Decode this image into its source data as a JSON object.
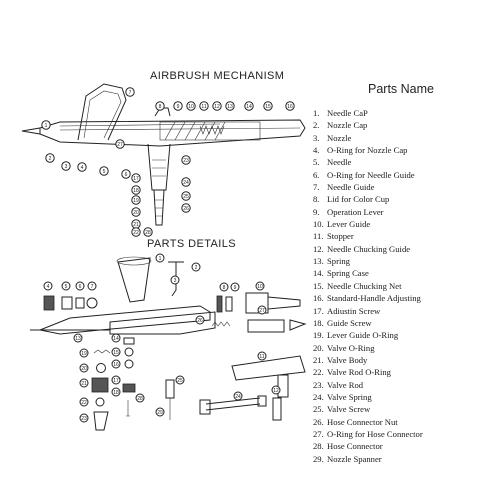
{
  "headings": {
    "mechanism": "AIRBRUSH MECHANISM",
    "details": "PARTS DETAILS",
    "parts_name": "Parts Name"
  },
  "parts": [
    {
      "num": "1.",
      "name": "Needle CaP"
    },
    {
      "num": "2.",
      "name": "Nozzle Cap"
    },
    {
      "num": "3.",
      "name": "Nozzle"
    },
    {
      "num": "4.",
      "name": "O-Ring for Nozzle Cap"
    },
    {
      "num": "5.",
      "name": "Needle"
    },
    {
      "num": "6.",
      "name": "O-Ring for Needle Guide"
    },
    {
      "num": "7.",
      "name": "Needle Guide"
    },
    {
      "num": "8.",
      "name": "Lid for Color Cup"
    },
    {
      "num": "9.",
      "name": "Operation Lever"
    },
    {
      "num": "10.",
      "name": "Lever Guide"
    },
    {
      "num": "11.",
      "name": "Stopper"
    },
    {
      "num": "12.",
      "name": "Needle Chucking  Guide"
    },
    {
      "num": "13.",
      "name": "Spring"
    },
    {
      "num": "14.",
      "name": "Spring Case"
    },
    {
      "num": "15.",
      "name": "Needle Chucking Net"
    },
    {
      "num": "16.",
      "name": "Standard-Handle Adjusting"
    },
    {
      "num": "17.",
      "name": "Adiustin Screw"
    },
    {
      "num": "18.",
      "name": "Guide Screw"
    },
    {
      "num": "19.",
      "name": "Lever Guide O-Ring"
    },
    {
      "num": "20.",
      "name": "Valve O-Ring"
    },
    {
      "num": "21.",
      "name": "Valve Body"
    },
    {
      "num": "22.",
      "name": "Valve Rod O-Ring"
    },
    {
      "num": "23.",
      "name": "Valve Rod"
    },
    {
      "num": "24.",
      "name": "Valve Spring"
    },
    {
      "num": "25.",
      "name": "Valve Screw"
    },
    {
      "num": "26.",
      "name": "Hose Connector Nut"
    },
    {
      "num": "27.",
      "name": "O-Ring for Hose Connector"
    },
    {
      "num": "28.",
      "name": "Hose Connector"
    },
    {
      "num": "29.",
      "name": "Nozzle Spanner"
    }
  ],
  "mechanism_callouts": [
    "1",
    "2",
    "3",
    "4",
    "5",
    "6",
    "7",
    "8",
    "9",
    "10",
    "11",
    "12",
    "13",
    "14",
    "15",
    "16",
    "17",
    "18",
    "19",
    "20",
    "21",
    "22",
    "23",
    "24",
    "25",
    "26",
    "27",
    "28"
  ],
  "details_callouts": [
    "1",
    "2",
    "3",
    "4",
    "5",
    "6",
    "7",
    "8",
    "9",
    "10",
    "11",
    "12",
    "13",
    "14",
    "15",
    "16",
    "17",
    "18",
    "19",
    "20",
    "21",
    "22",
    "23",
    "24",
    "25",
    "26",
    "27",
    "28",
    "29"
  ]
}
